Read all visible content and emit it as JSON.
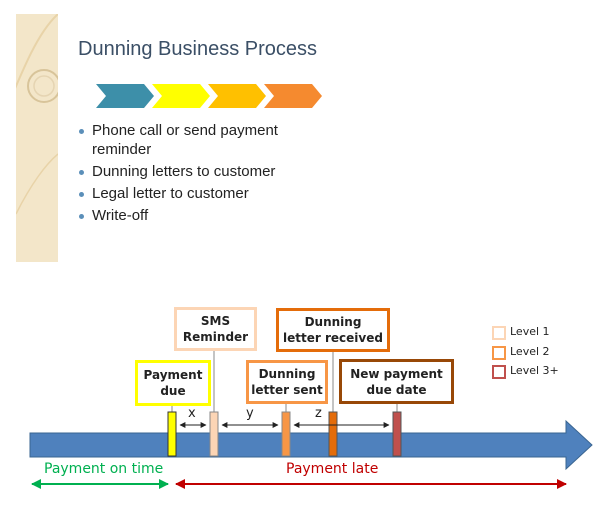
{
  "slide": {
    "title": "Dunning Business Process",
    "chevron_colors": [
      "#3d8fa9",
      "#ffff00",
      "#ffc000",
      "#f58a2f"
    ],
    "bullets": [
      "Phone call or send payment reminder",
      "Dunning letters to customer",
      "Legal letter to customer",
      "Write-off"
    ]
  },
  "timeline": {
    "boxes": {
      "payment_due": {
        "line1": "Payment",
        "line2": "due",
        "color": "#ffff00"
      },
      "sms_reminder": {
        "line1": "SMS",
        "line2": "Reminder",
        "color": "#fcd5b5"
      },
      "dunning_sent": {
        "line1": "Dunning",
        "line2": "letter sent",
        "color": "#f79646"
      },
      "dunning_received": {
        "line1": "Dunning",
        "line2": "letter received",
        "color": "#e46c0a"
      },
      "new_due_date": {
        "line1": "New payment",
        "line2": "due date",
        "color": "#984807"
      }
    },
    "intervals": [
      "x",
      "y",
      "z"
    ],
    "legend": [
      {
        "label": "Level 1",
        "color": "#fcd5b5"
      },
      {
        "label": "Level 2",
        "color": "#f79646"
      },
      {
        "label": "Level 3+",
        "color": "#c0504d"
      }
    ],
    "payment_on_time": {
      "label": "Payment on time",
      "color": "#00b050"
    },
    "payment_late": {
      "label": "Payment late",
      "color": "#c00000"
    },
    "axis_color": "#4f81bd"
  }
}
